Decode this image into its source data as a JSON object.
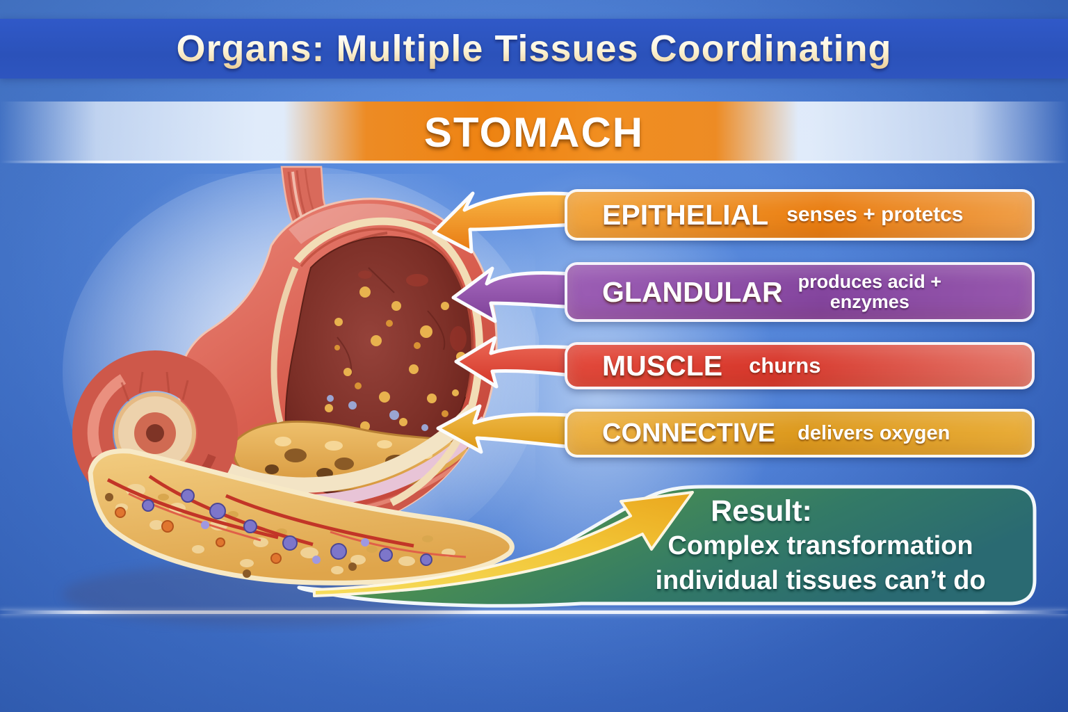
{
  "title": "Organs: Multiple Tissues Coordinating",
  "organ_banner": {
    "label": "STOMACH"
  },
  "tissues": [
    {
      "id": "epithelial",
      "label": "EPITHELIAL",
      "description": "senses + protetcs",
      "color": "#ea7e12",
      "arrow_icon": "curved-left-arrow-icon"
    },
    {
      "id": "glandular",
      "label": "GLANDULAR",
      "description_line1": "produces acid +",
      "description_line2": "enzymes",
      "color": "#84459e",
      "arrow_icon": "curved-left-arrow-icon"
    },
    {
      "id": "muscle",
      "label": "MUSCLE",
      "description": "churns",
      "color": "#d8382c",
      "arrow_icon": "curved-left-arrow-icon"
    },
    {
      "id": "connective",
      "label": "CONNECTIVE",
      "description": "delivers oxygen",
      "color": "#dd9a1e",
      "arrow_icon": "curved-left-arrow-icon"
    }
  ],
  "result": {
    "heading": "Result:",
    "line1": "Complex transformation",
    "line2": "individual tissues can’t do",
    "arrow_icon": "swoosh-up-right-arrow-icon",
    "color_start": "#5fa24b",
    "color_end": "#2b6a72"
  },
  "illustration": {
    "icon": "stomach-cutaway-illustration"
  },
  "palette": {
    "background_blue": "#3d73d2",
    "title_band_blue": "#2b52ba",
    "stomach_band_orange": "#ee8312",
    "title_text_cream": "#fdf3d4",
    "banner_border_white": "#fafcff",
    "yellow_arrow": "#f2c435"
  }
}
